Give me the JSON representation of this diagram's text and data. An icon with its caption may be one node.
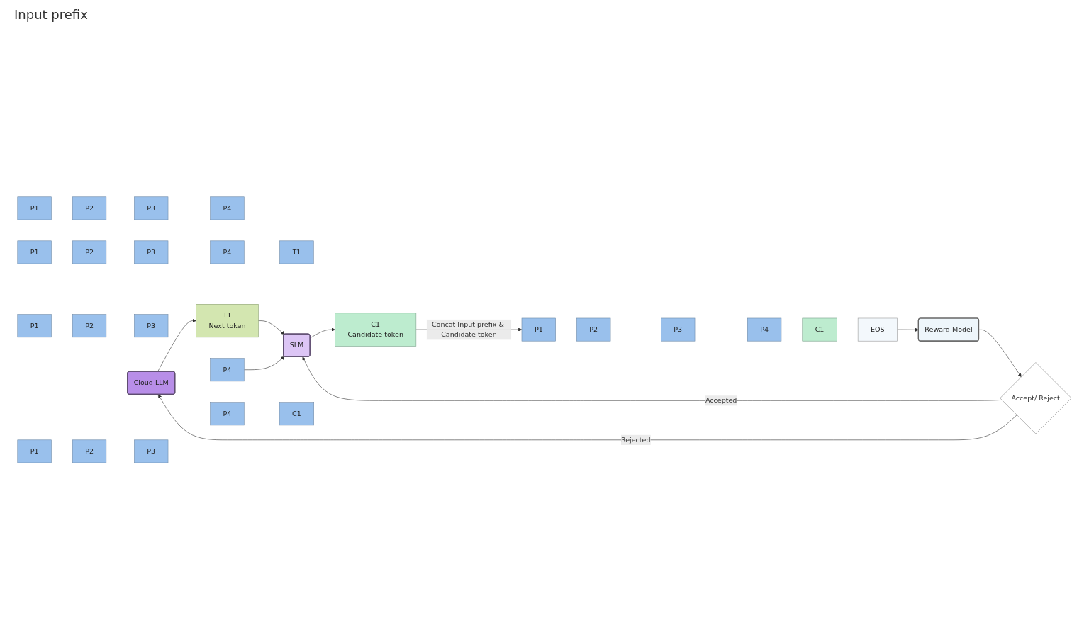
{
  "diagram": {
    "nodes": [
      {
        "text": [
          "Cloud LLM"
        ]
      },
      {
        "text": [
          "P1"
        ]
      },
      {
        "text": [
          "P2"
        ]
      },
      {
        "text": [
          "P3"
        ]
      },
      {
        "text": [
          "P4"
        ]
      },
      {
        "text": [
          "T1",
          "Next token"
        ]
      },
      {
        "text": [
          "P1"
        ]
      },
      {
        "text": [
          "P2"
        ]
      },
      {
        "text": [
          "P3"
        ]
      },
      {
        "text": [
          "P4"
        ]
      },
      {
        "text": [
          "T1"
        ]
      },
      {
        "text": [
          "SLM"
        ]
      },
      {
        "text": [
          "P1"
        ]
      },
      {
        "text": [
          "P2"
        ]
      },
      {
        "text": [
          "P3"
        ]
      },
      {
        "text": [
          "P4"
        ]
      },
      {
        "text": [
          "C1"
        ]
      },
      {
        "text": [
          "Accept/ Reject"
        ]
      },
      {
        "text": [
          "P1"
        ]
      },
      {
        "text": [
          "P2"
        ]
      },
      {
        "text": [
          "P3"
        ]
      },
      {
        "text": [
          "P4"
        ]
      },
      {
        "text": [
          "C1",
          "Candidate token"
        ]
      },
      {
        "text": [
          "P1"
        ]
      },
      {
        "text": [
          "P2"
        ]
      },
      {
        "text": [
          "P3"
        ]
      },
      {
        "text": [
          "P4"
        ]
      },
      {
        "text": [
          "C1"
        ]
      },
      {
        "text": [
          "EOS"
        ]
      },
      {
        "text": [
          "Reward Model"
        ]
      }
    ],
    "edges": [
      {
        "from": 0,
        "to": 5,
        "arrow": "to"
      },
      {
        "from": 5,
        "to": 11,
        "arrow": "to"
      },
      {
        "from": 21,
        "to": 11,
        "arrow": "to"
      },
      {
        "from": 17,
        "to": 11,
        "arrow": "to",
        "label": "Accepted"
      },
      {
        "from": 11,
        "to": 22,
        "arrow": "to"
      },
      {
        "from": 22,
        "to": 23,
        "arrow": "to",
        "label": "Concat Input prefix & Candidate token"
      },
      {
        "from": 28,
        "to": 29,
        "arrow": "to"
      },
      {
        "from": 29,
        "to": 17,
        "arrow": "to"
      },
      {
        "from": 17,
        "to": 0,
        "arrow": "to",
        "label": "Rejected"
      }
    ],
    "labels": [
      "Input prefix"
    ]
  }
}
